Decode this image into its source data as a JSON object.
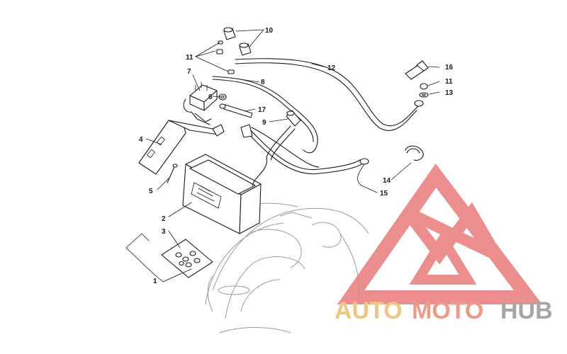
{
  "diagram": {
    "callouts": [
      {
        "id": "c1",
        "label": "1"
      },
      {
        "id": "c2",
        "label": "2"
      },
      {
        "id": "c3",
        "label": "3"
      },
      {
        "id": "c4",
        "label": "4"
      },
      {
        "id": "c5",
        "label": "5"
      },
      {
        "id": "c6",
        "label": "6"
      },
      {
        "id": "c7",
        "label": "7"
      },
      {
        "id": "c8",
        "label": "8"
      },
      {
        "id": "c9",
        "label": "9"
      },
      {
        "id": "c10",
        "label": "10"
      },
      {
        "id": "c11a",
        "label": "11"
      },
      {
        "id": "c11b",
        "label": "11"
      },
      {
        "id": "c12",
        "label": "12"
      },
      {
        "id": "c13",
        "label": "13"
      },
      {
        "id": "c14",
        "label": "14"
      },
      {
        "id": "c15",
        "label": "15"
      },
      {
        "id": "c16",
        "label": "16"
      },
      {
        "id": "c17",
        "label": "17"
      }
    ]
  },
  "watermark": {
    "text_part1": "AUTO",
    "text_part2": "MOTO",
    "text_part3": "HUB",
    "colors": {
      "logo_red": "#ec8282",
      "auto": "#f2c680",
      "moto": "#ef9a86",
      "hub": "#a6a6a6"
    }
  }
}
